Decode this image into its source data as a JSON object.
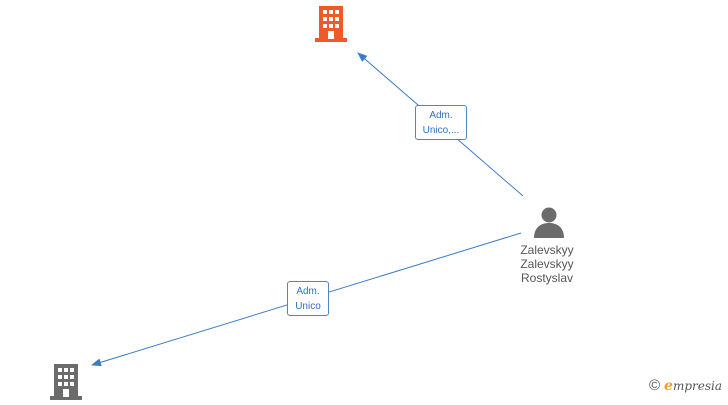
{
  "nodes": {
    "company_top": {
      "type": "company",
      "color": "#f05a28",
      "icon": "building-icon"
    },
    "company_bottom": {
      "type": "company",
      "color": "#6b6b6b",
      "icon": "building-icon"
    },
    "person": {
      "type": "person",
      "color": "#6b6b6b",
      "icon": "person-icon",
      "name_lines": [
        "Zalevskyy",
        "Zalevskyy",
        "Rostyslav"
      ]
    }
  },
  "edges": [
    {
      "from": "person",
      "to": "company_top",
      "label_lines": [
        "Adm.",
        "Unico,..."
      ]
    },
    {
      "from": "person",
      "to": "company_bottom",
      "label_lines": [
        "Adm.",
        "Unico"
      ]
    }
  ],
  "colors": {
    "edge": "#3a7bc8"
  },
  "watermark": {
    "copyright": "©",
    "brand_initial": "e",
    "brand_rest": "mpresia"
  }
}
